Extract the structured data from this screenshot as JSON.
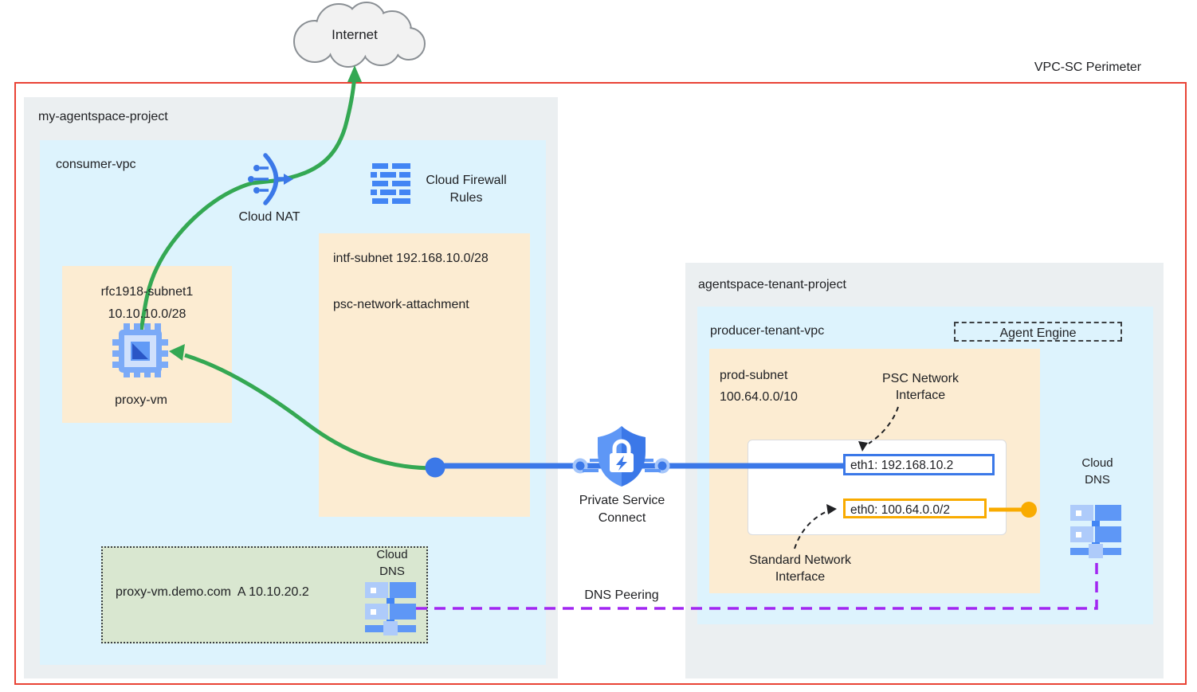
{
  "perimeter": {
    "label": "VPC-SC Perimeter"
  },
  "internet": {
    "label": "Internet"
  },
  "my_project": {
    "title": "my-agentspace-project",
    "consumer_vpc": {
      "title": "consumer-vpc",
      "cloud_nat_label": "Cloud NAT",
      "firewall_label_1": "Cloud Firewall",
      "firewall_label_2": "Rules",
      "intf_subnet_title": "intf-subnet 192.168.10.0/28",
      "psc_attachment": "psc-network-attachment",
      "rfc_subnet_name": "rfc1918-subnet1",
      "rfc_subnet_cidr": "10.10.10.0/28",
      "proxy_vm_label": "proxy-vm",
      "dns_record": "proxy-vm.demo.com  A 10.10.20.2",
      "dns_label_1": "Cloud",
      "dns_label_2": "DNS"
    }
  },
  "psc": {
    "label_1": "Private Service",
    "label_2": "Connect"
  },
  "dns_peering": {
    "label": "DNS Peering"
  },
  "tenant_project": {
    "title": "agentspace-tenant-project",
    "producer_vpc": {
      "title": "producer-tenant-vpc",
      "agent_engine_label": "Agent Engine",
      "prod_subnet_name": "prod-subnet",
      "prod_subnet_cidr": "100.64.0.0/10",
      "psc_nic_label_1": "PSC Network",
      "psc_nic_label_2": "Interface",
      "eth1_label": "eth1: 192.168.10.2",
      "eth0_label": "eth0: 100.64.0.0/2",
      "std_nic_label_1": "Standard Network",
      "std_nic_label_2": "Interface",
      "dns_label_1": "Cloud",
      "dns_label_2": "DNS"
    }
  },
  "colors": {
    "perimeter_red": "#e94335",
    "flow_green": "#34a853",
    "connect_blue": "#3b78e8",
    "interface_yellow": "#f9ab00",
    "dns_peering_purple": "#a226f2",
    "project_gray": "#ebeff1",
    "vpc_blue": "#ddf3fd",
    "subnet_orange": "#fcecd2",
    "dns_zone_green": "#d9e7d0"
  }
}
